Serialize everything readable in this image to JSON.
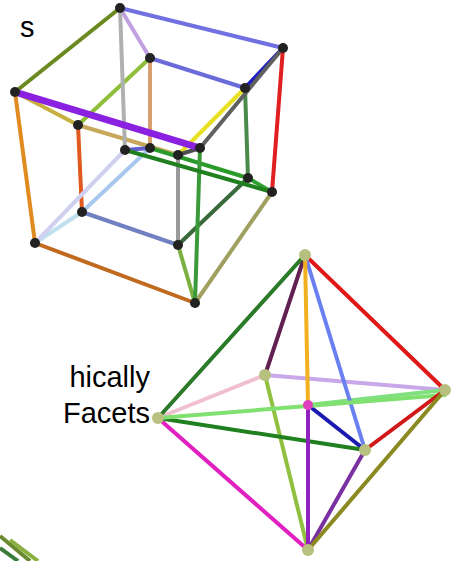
{
  "diagram": {
    "labels": [
      "s",
      "hically",
      "Facets"
    ]
  }
}
